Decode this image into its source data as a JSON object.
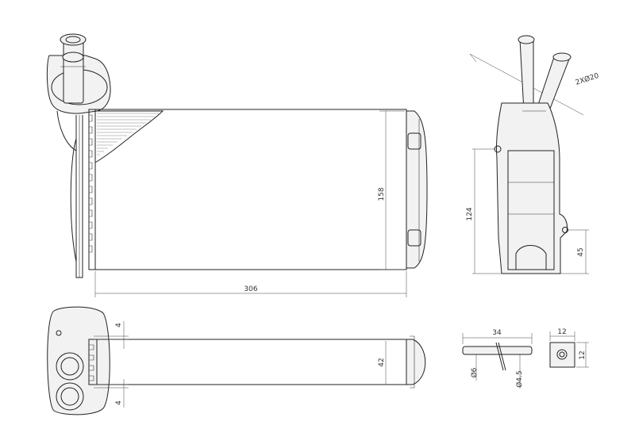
{
  "dimensions": {
    "core_width": "306",
    "core_height": "158",
    "core_depth": "42",
    "flange_top": "4",
    "flange_bottom": "4",
    "side_mount_height": "124",
    "side_lower_offset": "45",
    "pipe_diameter": "2XØ20",
    "clip_length": "34",
    "clip_diameter": "Ø6",
    "clip_pin_diameter": "Ø4.5",
    "nut_width": "12",
    "nut_height": "12"
  }
}
